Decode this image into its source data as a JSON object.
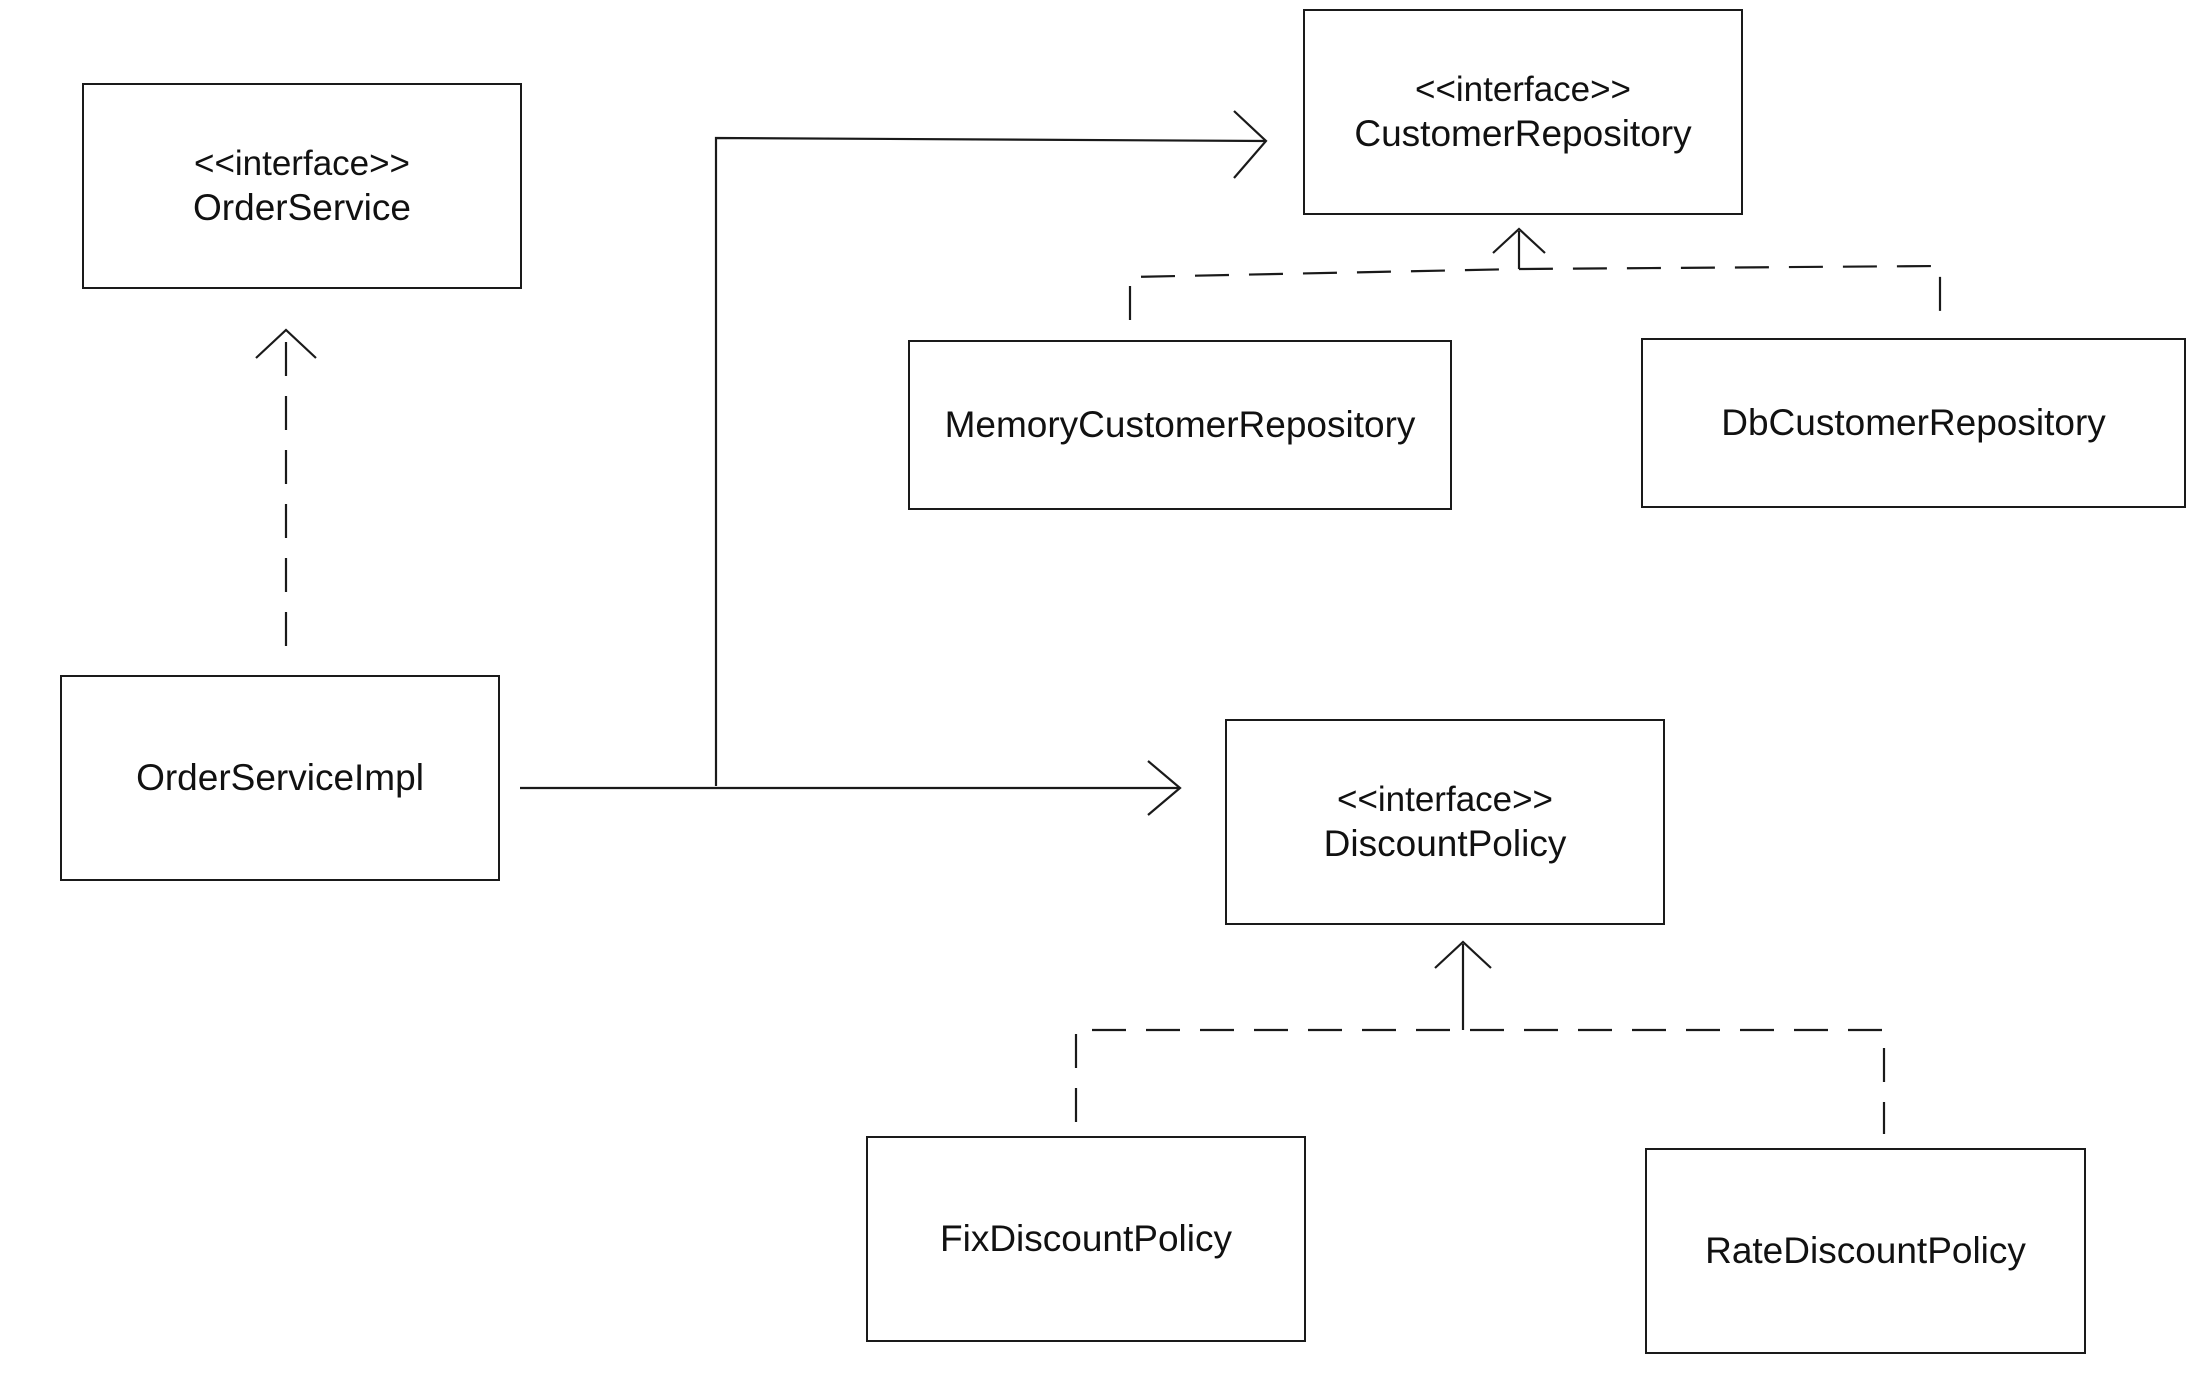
{
  "interface_stereotype": "<<interface>>",
  "classes": {
    "order_service": "OrderService",
    "order_service_impl": "OrderServiceImpl",
    "customer_repository": "CustomerRepository",
    "memory_customer_repository": "MemoryCustomerRepository",
    "db_customer_repository": "DbCustomerRepository",
    "discount_policy": "DiscountPolicy",
    "fix_discount_policy": "FixDiscountPolicy",
    "rate_discount_policy": "RateDiscountPolicy"
  },
  "relations": [
    {
      "from": "OrderServiceImpl",
      "to": "OrderService",
      "kind": "realization"
    },
    {
      "from": "OrderServiceImpl",
      "to": "CustomerRepository",
      "kind": "association"
    },
    {
      "from": "OrderServiceImpl",
      "to": "DiscountPolicy",
      "kind": "association"
    },
    {
      "from": "MemoryCustomerRepository",
      "to": "CustomerRepository",
      "kind": "realization"
    },
    {
      "from": "DbCustomerRepository",
      "to": "CustomerRepository",
      "kind": "realization"
    },
    {
      "from": "FixDiscountPolicy",
      "to": "DiscountPolicy",
      "kind": "realization"
    },
    {
      "from": "RateDiscountPolicy",
      "to": "DiscountPolicy",
      "kind": "realization"
    }
  ]
}
